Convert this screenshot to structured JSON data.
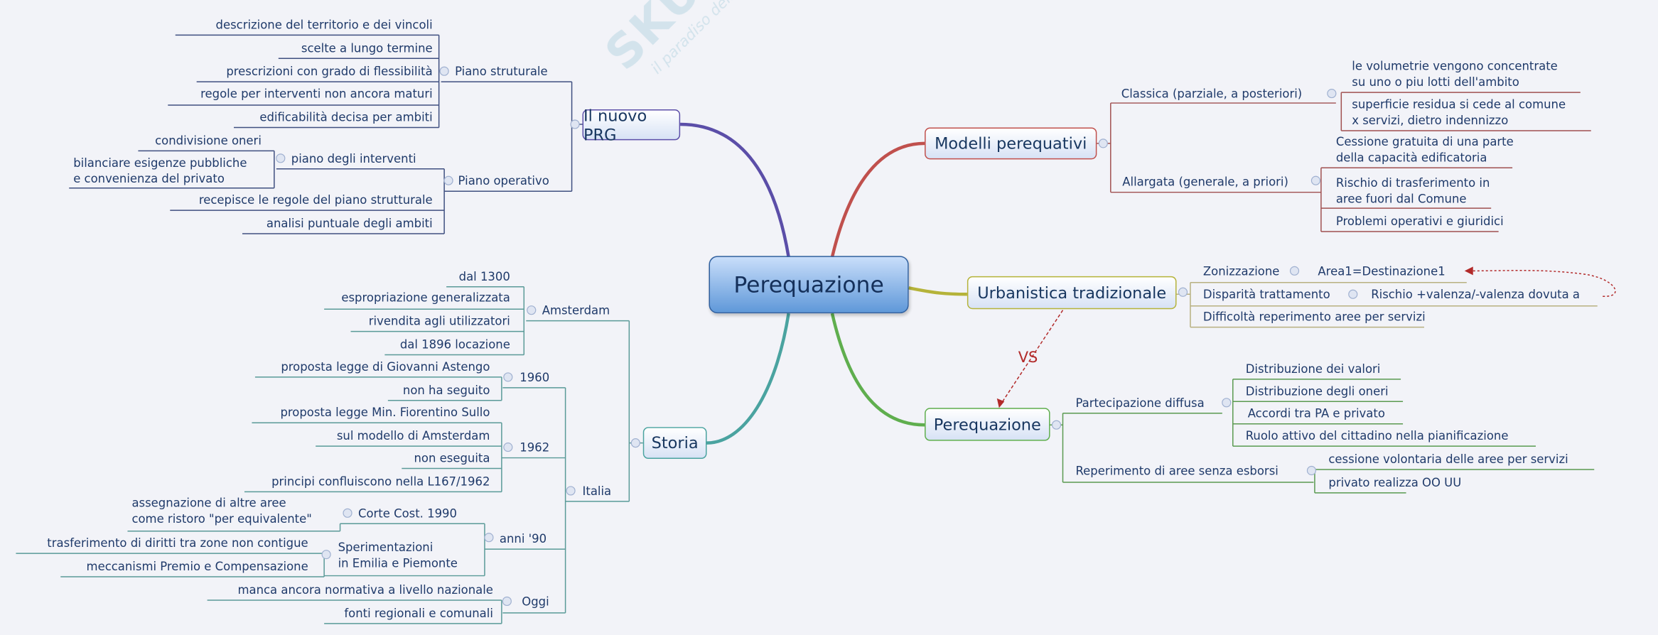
{
  "central": "Perequazione",
  "watermark": {
    "brand": "SKUOLA.net",
    "tagline": "il paradiso dello studente"
  },
  "prg": {
    "title": "Il nuovo PRG",
    "strutturale": {
      "label": "Piano struturale",
      "items": [
        "descrizione del territorio e dei vincoli",
        "scelte a lungo termine",
        "prescrizioni con grado di flessibilità",
        "regole per interventi non ancora maturi",
        "edificabilità decisa per ambiti"
      ]
    },
    "operativo": {
      "label": "Piano operativo",
      "interventi": {
        "label": "piano degli interventi",
        "items": [
          "condivisione oneri",
          "bilanciare esigenze pubbliche\ne convenienza del privato"
        ]
      },
      "items": [
        "recepisce le regole del piano strutturale",
        "analisi puntuale degli ambiti"
      ]
    }
  },
  "storia": {
    "title": "Storia",
    "amsterdam": {
      "label": "Amsterdam",
      "items": [
        "dal 1300",
        "espropriazione generalizzata",
        "rivendita agli utilizzatori",
        "dal 1896 locazione"
      ]
    },
    "italia": {
      "label": "Italia",
      "y1960": {
        "label": "1960",
        "items": [
          "proposta legge di Giovanni Astengo",
          "non ha seguito"
        ]
      },
      "y1962": {
        "label": "1962",
        "items": [
          "proposta legge Min. Fiorentino Sullo",
          "sul modello di Amsterdam",
          "non eseguita",
          "principi confluiscono nella L167/1962"
        ]
      },
      "anni90": {
        "label": "anni '90",
        "corte": {
          "label": "Corte Cost. 1990",
          "items": [
            "assegnazione di altre aree\ncome ristoro \"per equivalente\""
          ]
        },
        "sperimentazioni": {
          "label": "Sperimentazioni\nin Emilia e Piemonte",
          "items": [
            "trasferimento di diritti tra zone non contigue",
            "meccanismi Premio e Compensazione"
          ]
        }
      },
      "oggi": {
        "label": "Oggi",
        "items": [
          "manca ancora normativa a livello nazionale",
          "fonti regionali e comunali"
        ]
      }
    }
  },
  "modelli": {
    "title": "Modelli perequativi",
    "classica": {
      "label": "Classica (parziale, a posteriori)",
      "items": [
        "le volumetrie vengono concentrate\nsu uno o piu lotti dell'ambito",
        "superficie residua si cede al comune\nx servizi, dietro indennizzo"
      ]
    },
    "allargata": {
      "label": "Allargata (generale, a priori)",
      "items": [
        "Cessione gratuita di una parte\ndella capacità edificatoria",
        "Rischio di trasferimento in\naree fuori dal Comune",
        "Problemi operativi e giuridici"
      ]
    }
  },
  "urbanistica": {
    "title": "Urbanistica tradizionale",
    "zonizzazione": {
      "label": "Zonizzazione",
      "child": "Area1=Destinazione1"
    },
    "disparita": {
      "label": "Disparità trattamento",
      "child": "Rischio +valenza/-valenza dovuta a"
    },
    "difficolta": "Difficoltà reperimento aree per servizi",
    "vs_label": "VS"
  },
  "perequazione": {
    "title": "Perequazione",
    "partecipazione": {
      "label": "Partecipazione diffusa",
      "items": [
        "Distribuzione dei valori",
        "Distribuzione degli oneri",
        "Accordi tra PA e privato",
        "Ruolo attivo del cittadino nella pianificazione"
      ]
    },
    "reperimento": {
      "label": "Reperimento di aree senza esborsi",
      "items": [
        "cessione volontaria delle aree per servizi",
        "privato realizza OO UU"
      ]
    }
  },
  "colors": {
    "background": "#f2f3f8",
    "text": "#1f3a6a",
    "prg": "#5b4ea8",
    "modelli": "#c0504d",
    "urbanistica": "#b5b33a",
    "storia": "#4aa3a0",
    "perequazione": "#5fae4e",
    "relationship": "#b22a2a"
  }
}
